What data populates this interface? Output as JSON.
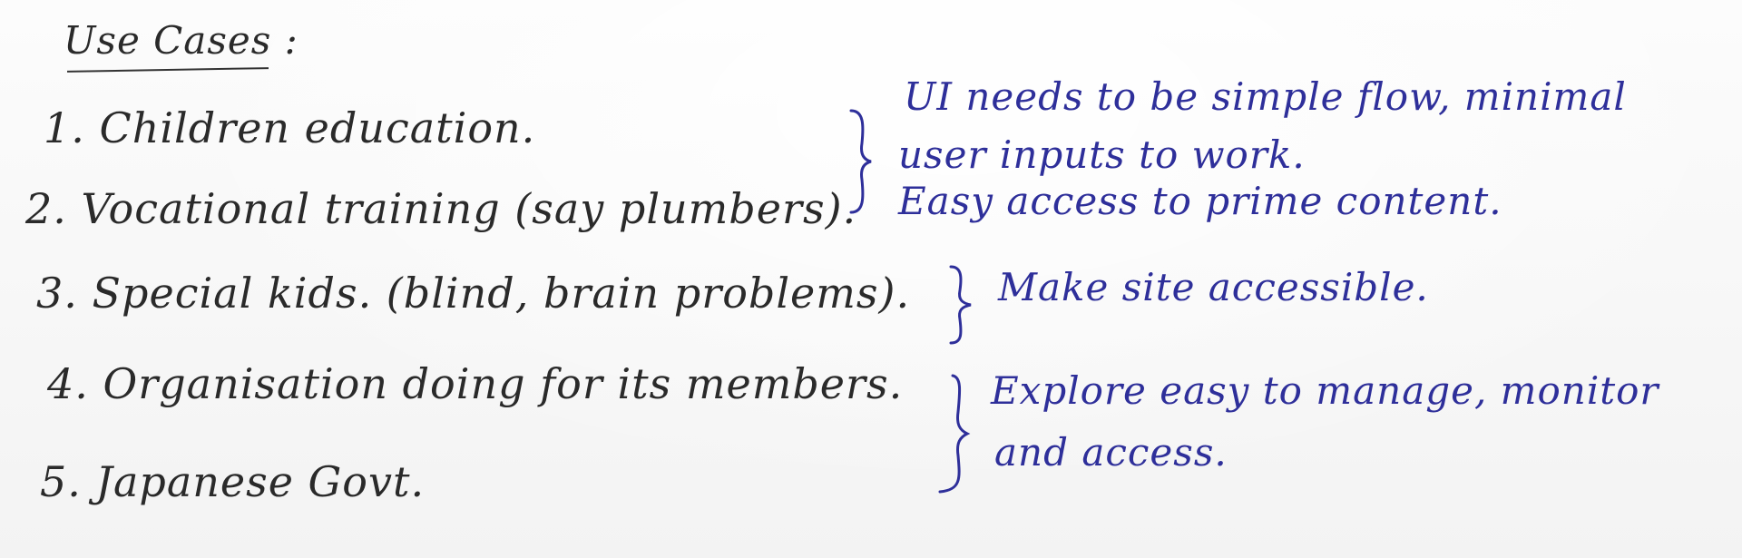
{
  "title": "Use Cases :",
  "use_cases": [
    "1. Children education.",
    "2. Vocational training (say plumbers).",
    "3. Special kids. (blind, brain problems).",
    "4. Organisation doing for its members.",
    "5. Japanese Govt."
  ],
  "notes": {
    "ui_simple": {
      "line1": "UI needs to be simple flow, minimal",
      "line2": "user inputs to work.",
      "line3": "Easy access to prime content."
    },
    "accessible": "Make site accessible.",
    "manage": {
      "line1": "Explore easy to manage, monitor",
      "line2": "and access."
    }
  },
  "colors": {
    "list_ink": "#2a2a2a",
    "note_ink": "#2e2f9a",
    "paper": "#f6f6f6"
  },
  "icons": [
    "curly-brace-icon"
  ]
}
